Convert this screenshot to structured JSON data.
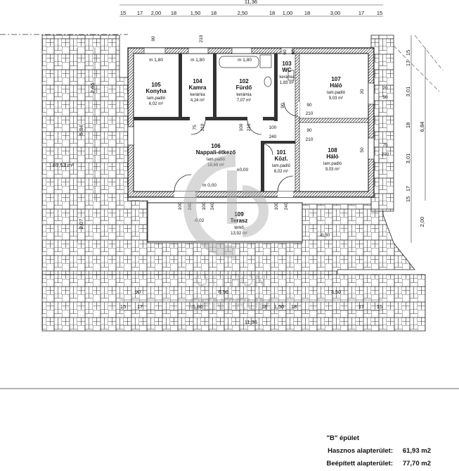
{
  "rooms": [
    {
      "no": "105",
      "name": "Konyha",
      "floor": "lam.padló",
      "area": "6,02 m²"
    },
    {
      "no": "104",
      "name": "Kamra",
      "floor": "kerámia",
      "area": "4,24 m²"
    },
    {
      "no": "102",
      "name": "Fürdő",
      "floor": "kerámia",
      "area": "7,07 m²"
    },
    {
      "no": "103",
      "name": "WC",
      "floor": "kerámia",
      "area": "1,83 m²"
    },
    {
      "no": "107",
      "name": "Háló",
      "floor": "lam.padló",
      "area": "9,03 m²"
    },
    {
      "no": "106",
      "name": "Nappali-étkező",
      "floor": "lam.padló",
      "area": "18,69 m²"
    },
    {
      "no": "101",
      "name": "Közl.",
      "floor": "lam.padló",
      "area": "6,02 m²"
    },
    {
      "no": "108",
      "name": "Háló",
      "floor": "lam.padló",
      "area": "9,03 m²"
    },
    {
      "no": "109",
      "name": "Terasz",
      "floor": "térkő",
      "area": "13,92 m²"
    }
  ],
  "top_dims": {
    "total": "11,36",
    "parts": [
      "15",
      "17",
      "2,00",
      "18",
      "1,50",
      "18",
      "2,50",
      "18",
      "1,00",
      "18",
      "3,00",
      "17",
      "15"
    ]
  },
  "bottom_dims": {
    "total": "11,36",
    "row1": [
      "90",
      "6,96",
      "3,50"
    ],
    "row2": [
      "15",
      "17",
      "5,86",
      "18",
      "1,50",
      "18",
      "17",
      "15"
    ]
  },
  "right_dims": [
    "15",
    "17",
    "3,01",
    "18",
    "3,01",
    "17",
    "15",
    "6,84",
    "2,00"
  ],
  "left_dims": [
    "2,65",
    "5,84",
    "2,07"
  ],
  "window_marks": [
    "m 1,80",
    "m 1,80",
    "m 1,80",
    "m 0,00"
  ],
  "opening_marks": [
    "90",
    "210",
    "75",
    "210",
    "100",
    "210",
    "90",
    "210",
    "90",
    "210",
    "100",
    "240",
    "100",
    "240",
    "100",
    "240",
    "100",
    "240",
    "60",
    "60",
    "20",
    "50",
    "20",
    "50",
    "75",
    "210",
    "90"
  ],
  "level_marks": [
    "±0,00",
    "-0,02",
    "-0,30"
  ],
  "site_area": "69,53 m²",
  "watermark": {
    "line1": "OTTHON",
    "line2": "CENTRUM"
  },
  "summary": {
    "title": "\"B\" épület",
    "useful_label": "Hasznos alapterület:",
    "useful_value": "61,93 m2",
    "built_label": "Beépített alapterület:",
    "built_value": "77,70 m2"
  },
  "colors": {
    "wall": "#222222",
    "hatch": "#555555",
    "watermark": "#bbbbbb"
  }
}
